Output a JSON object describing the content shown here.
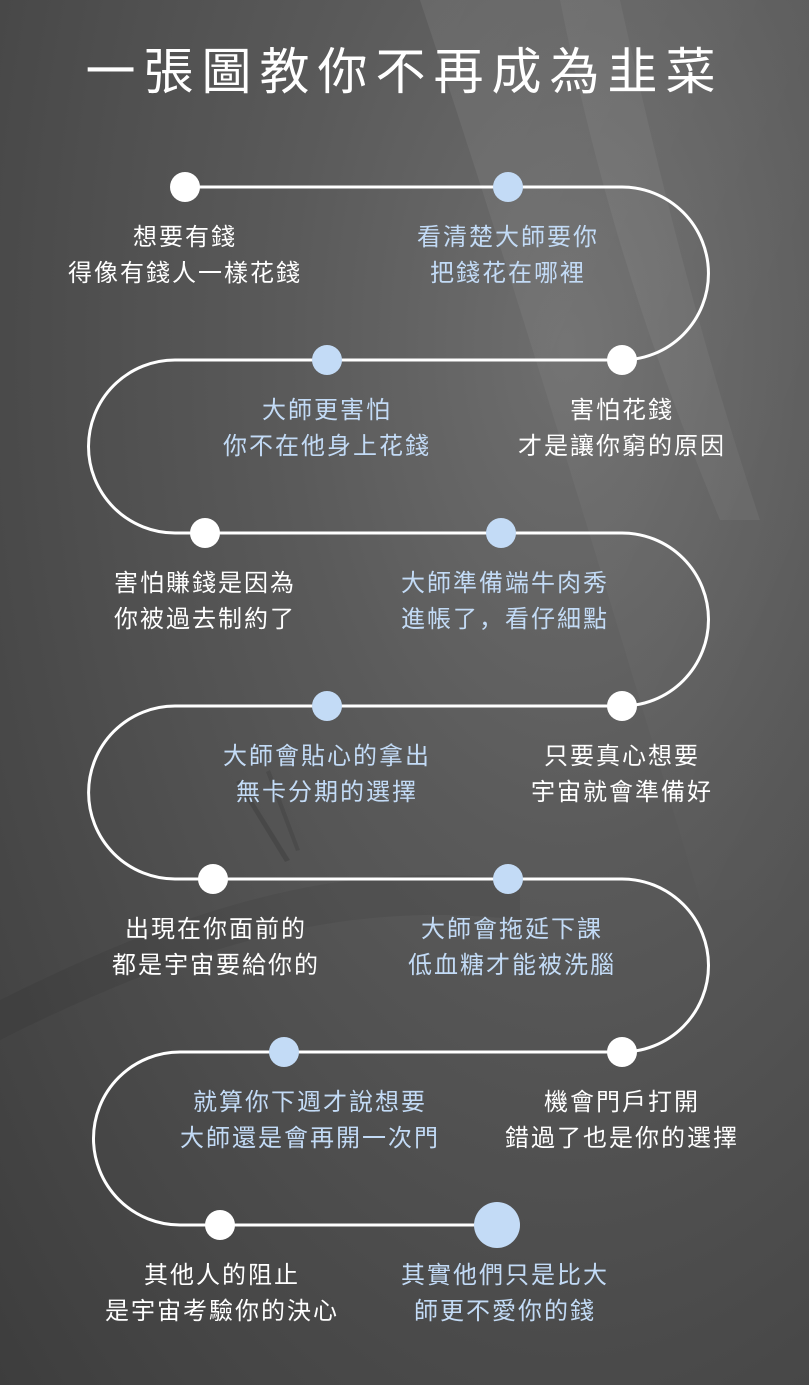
{
  "title": "一張圖教你不再成為韭菜",
  "colors": {
    "line": "#ffffff",
    "white_node": "#ffffff",
    "blue_node": "#c3dbf6",
    "blue_text": "#c3dbf6",
    "white_text": "#ffffff"
  },
  "steps": [
    {
      "lines": [
        "想要有錢",
        "得像有錢人一樣花錢"
      ],
      "color": "white"
    },
    {
      "lines": [
        "看清楚大師要你",
        "把錢花在哪裡"
      ],
      "color": "blue"
    },
    {
      "lines": [
        "大師更害怕",
        "你不在他身上花錢"
      ],
      "color": "blue"
    },
    {
      "lines": [
        "害怕花錢",
        "才是讓你窮的原因"
      ],
      "color": "white"
    },
    {
      "lines": [
        "害怕賺錢是因為",
        "你被過去制約了"
      ],
      "color": "white"
    },
    {
      "lines": [
        "大師準備端牛肉秀",
        "進帳了，看仔細點"
      ],
      "color": "blue"
    },
    {
      "lines": [
        "大師會貼心的拿出",
        "無卡分期的選擇"
      ],
      "color": "blue"
    },
    {
      "lines": [
        "只要真心想要",
        "宇宙就會準備好"
      ],
      "color": "white"
    },
    {
      "lines": [
        "出現在你面前的",
        "都是宇宙要給你的"
      ],
      "color": "white"
    },
    {
      "lines": [
        "大師會拖延下課",
        "低血糖才能被洗腦"
      ],
      "color": "blue"
    },
    {
      "lines": [
        "就算你下週才說想要",
        "大師還是會再開一次門"
      ],
      "color": "blue"
    },
    {
      "lines": [
        "機會門戶打開",
        "錯過了也是你的選擇"
      ],
      "color": "white"
    },
    {
      "lines": [
        "其他人的阻止",
        "是宇宙考驗你的決心"
      ],
      "color": "white"
    },
    {
      "lines": [
        "其實他們只是比大",
        "師更不愛你的錢"
      ],
      "color": "blue"
    }
  ]
}
